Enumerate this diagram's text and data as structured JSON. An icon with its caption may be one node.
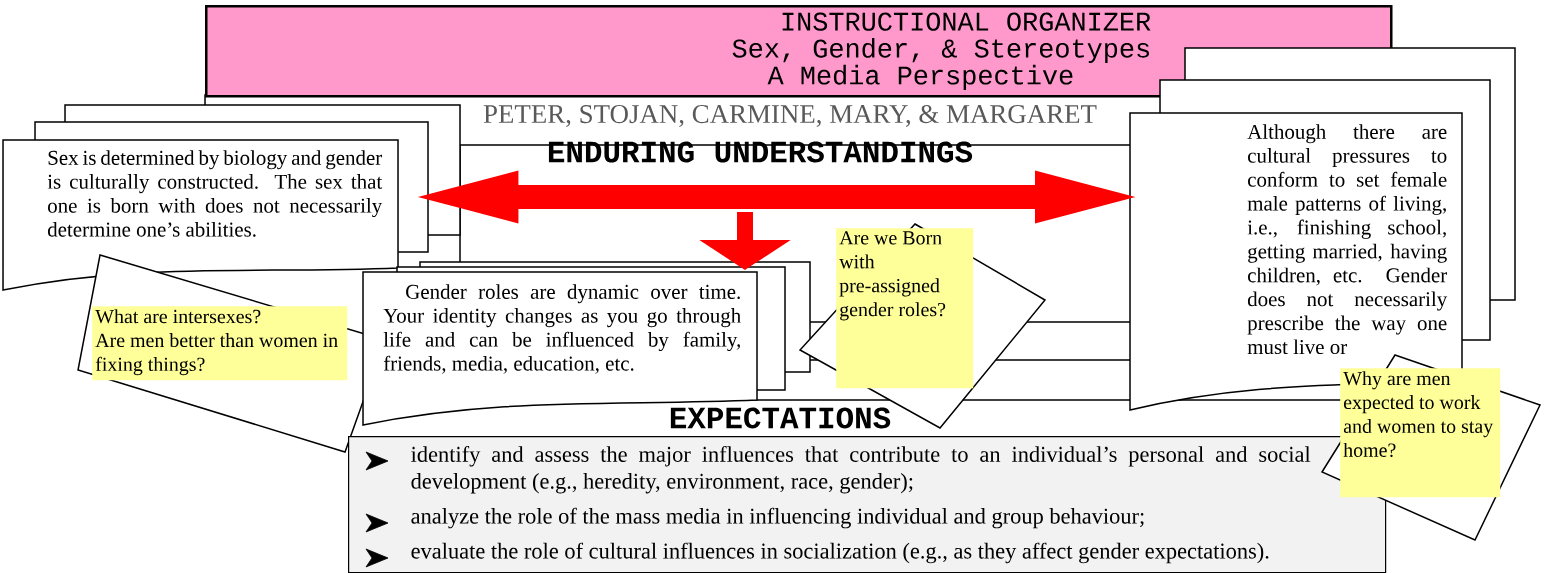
{
  "diagram": {
    "nodes": [
      {
        "text": [
          "INSTRUCTIONAL ORGANIZER",
          "Sex, Gender, & Stereotypes",
          "A Media Perspective"
        ]
      },
      {
        "text": [
          "Sex is determined by biology and gender is culturally constructed.  The sex that one is born with does not necessarily determine one’s abilities."
        ]
      },
      {
        "text": [
          "What are intersexes?",
          "Are men better than women in fixing things?"
        ]
      },
      {
        "text": [
          "Gender roles are dynamic over time. Your identity changes as you go through life and can be influenced by family, friends, media, education, etc."
        ]
      },
      {
        "text": [
          "Are we Born with pre-assigned gender roles?"
        ]
      },
      {
        "text": [
          "Although there are cultural pressures to conform to set female male patterns of living, i.e., finishing school, getting married, having children, etc.  Gender does not necessarily prescribe the way one must live or"
        ]
      },
      {
        "text": [
          "Why are men expected to work and women to stay home?"
        ]
      },
      {
        "text": [
          "identify and assess the major influences that contribute to an individual’s personal and social development (e.g., heredity, environment, race, gender);",
          "analyze the role of the mass media in influencing individual and group behaviour;",
          "evaluate the role of cultural influences in socialization (e.g., as they affect gender expectations)."
        ]
      }
    ],
    "edges": [
      {
        "from": 1,
        "to": 5,
        "arrow": "both",
        "color": "#ff0000"
      },
      {
        "from": null,
        "to": 3,
        "arrow": "to",
        "color": "#ff0000"
      }
    ],
    "labels": [
      "PETER, STOJAN, CARMINE, MARY, & MARGARET",
      "ENDURING UNDERSTANDINGS",
      "EXPECTATIONS"
    ]
  }
}
